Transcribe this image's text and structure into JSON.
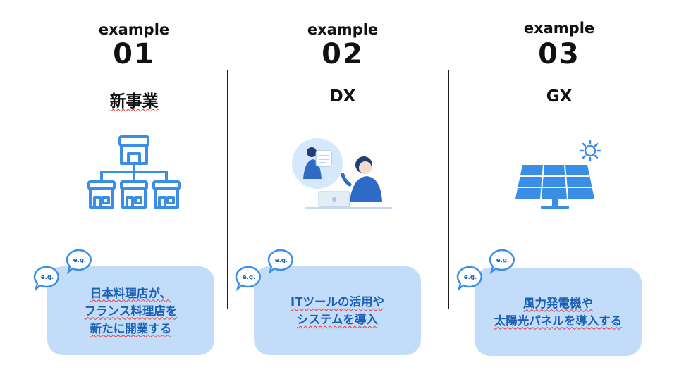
{
  "examples": [
    {
      "label": "example",
      "number": "01",
      "title": "新事業",
      "icon": "store-network-icon",
      "lines": [
        "日本料理店が、",
        "フランス料理店を",
        "新たに開業する"
      ]
    },
    {
      "label": "example",
      "number": "02",
      "title": "DX",
      "icon": "remote-work-illustration",
      "lines": [
        "ITツールの活用や",
        "システムを導入"
      ]
    },
    {
      "label": "example",
      "number": "03",
      "title": "GX",
      "icon": "solar-panel-icon",
      "lines": [
        "風力発電機や",
        "太陽光パネルを導入する"
      ]
    }
  ],
  "bubble_text": "e.g.",
  "colors": {
    "accent": "#3a8ee6",
    "box_bg": "#c2dcfa",
    "box_text": "#1a5fb4",
    "divider": "#1a1a1a"
  }
}
